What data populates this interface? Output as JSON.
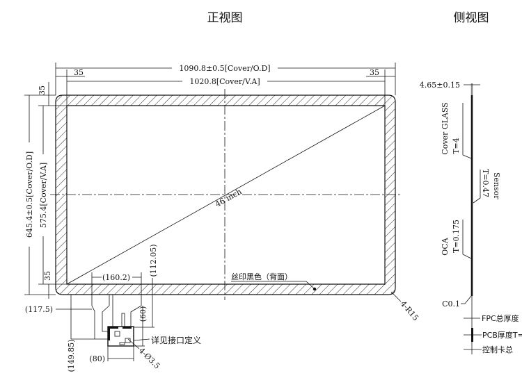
{
  "front_view": {
    "title": "正视图",
    "dim_cover_od_width": "1090.8±0.5[Cover/O.D]",
    "dim_cover_va_width": "1020.8[Cover/V.A]",
    "dim_margin_top_left": "35",
    "dim_margin_top_right": "35",
    "dim_margin_left_top": "35",
    "dim_margin_left_bottom": "35",
    "dim_cover_od_height": "645.4±0.5[Cover/O.D]",
    "dim_cover_va_height": "575.4[Cover/V.A]",
    "diagonal_label": "46 inch",
    "silkscreen_note": "丝印黑色（背面）",
    "corner_radius": "4-R15",
    "fpc_dims": {
      "d160": "(160.2)",
      "d112": "(112.05)",
      "d117": "(117.5)",
      "d60": "(60)",
      "d149": "(149.85)",
      "d80": "(80)",
      "holes": "4-Ø3.5",
      "interface_note": "详见接口定义"
    }
  },
  "side_view": {
    "title": "侧视图",
    "total_thickness": "4.65±0.15",
    "cover_glass": "Cover GLASS",
    "cover_glass_t": "T=4",
    "sensor": "Sensor",
    "sensor_t": "T=0.47",
    "oca": "OCA",
    "oca_t": "T=0.175",
    "chamfer": "C0.1",
    "fpc_thickness": "FPC总厚度",
    "pcb_thickness": "PCB厚度T=",
    "controller_total": "控制卡总"
  }
}
